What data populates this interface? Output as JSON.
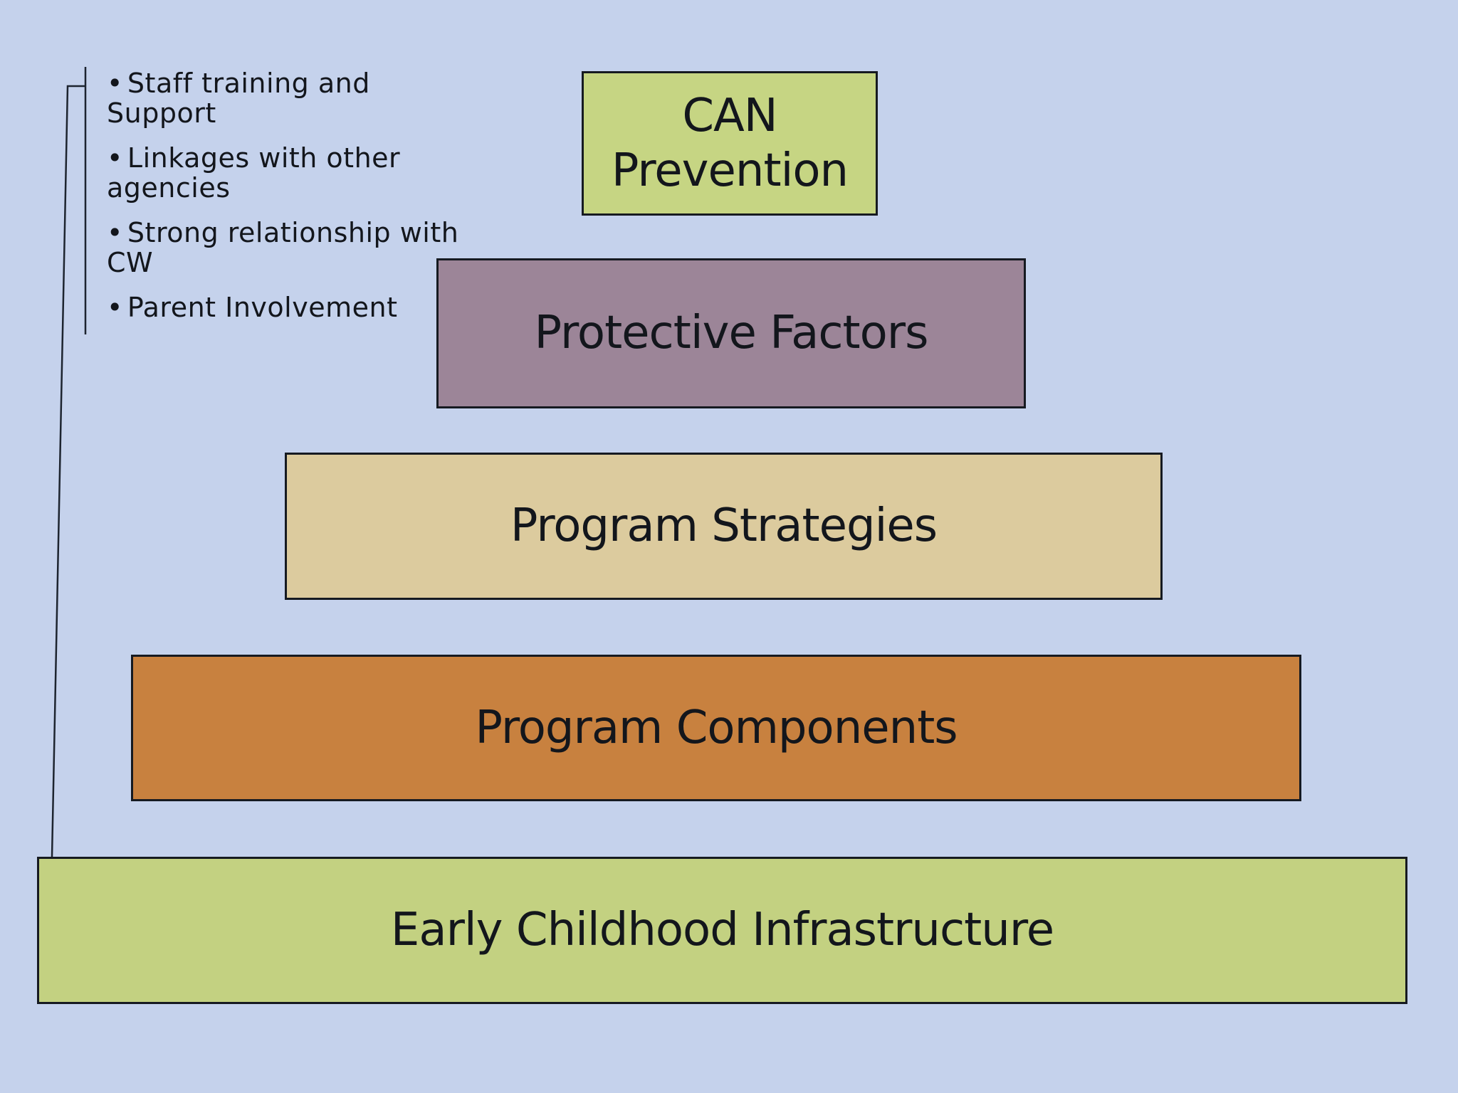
{
  "slide": {
    "background": "#c5d2ec",
    "border_color": "#161a21",
    "text_color": "#13161c",
    "line_color": "#1d242f",
    "bullets": {
      "char": "•",
      "items": [
        {
          "lines": [
            "Staff training and",
            "Support"
          ]
        },
        {
          "lines": [
            "Linkages with other",
            "agencies"
          ]
        },
        {
          "lines": [
            "Strong relationship with",
            "CW"
          ]
        },
        {
          "lines": [
            "Parent Involvement"
          ]
        }
      ]
    },
    "pyramid": [
      {
        "id": "can-prevention",
        "label": "CAN Prevention",
        "fill": "#c6d583"
      },
      {
        "id": "protective-factors",
        "label": "Protective Factors",
        "fill": "#9c8598"
      },
      {
        "id": "program-strategies",
        "label": "Program Strategies",
        "fill": "#dccb9e"
      },
      {
        "id": "program-components",
        "label": "Program Components",
        "fill": "#c8813f"
      },
      {
        "id": "early-childhood-infrastructure",
        "label": "Early Childhood Infrastructure",
        "fill": "#c3d181"
      }
    ]
  }
}
